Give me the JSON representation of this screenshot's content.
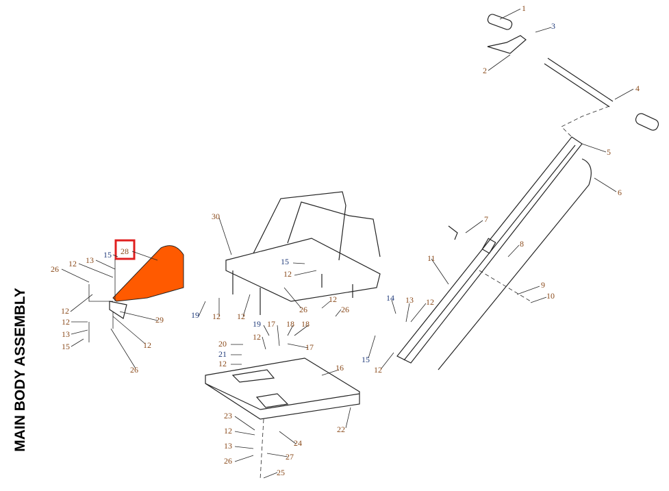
{
  "title": "MAIN BODY ASSEMBLY",
  "highlight_color": "#e02020",
  "cover_color": "#ff5a00",
  "labels": [
    "1",
    "3",
    "2",
    "4",
    "5",
    "6",
    "7",
    "8",
    "9",
    "10",
    "11",
    "12",
    "13",
    "14",
    "15",
    "12",
    "30",
    "15",
    "12",
    "26",
    "12",
    "26",
    "19",
    "12",
    "12",
    "19",
    "17",
    "18",
    "18",
    "12",
    "17",
    "20",
    "21",
    "12",
    "16",
    "23",
    "12",
    "13",
    "26",
    "22",
    "24",
    "27",
    "25",
    "15",
    "28",
    "13",
    "12",
    "26",
    "12",
    "12",
    "13",
    "15",
    "29",
    "12",
    "26"
  ]
}
